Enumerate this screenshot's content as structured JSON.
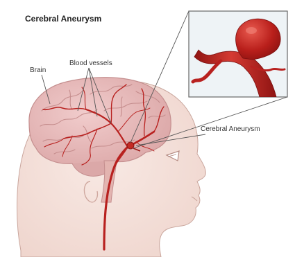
{
  "title": "Cerebral Aneurysm",
  "labels": {
    "brain": "Brain",
    "blood_vessels": "Blood vessels",
    "cerebral_aneurysm": "Cerebral Aneurysm"
  },
  "colors": {
    "skin": "#f3ddd7",
    "brain": "#e6b9b9",
    "vessel": "#b8211f",
    "inset_bg": "#eef3f6"
  }
}
